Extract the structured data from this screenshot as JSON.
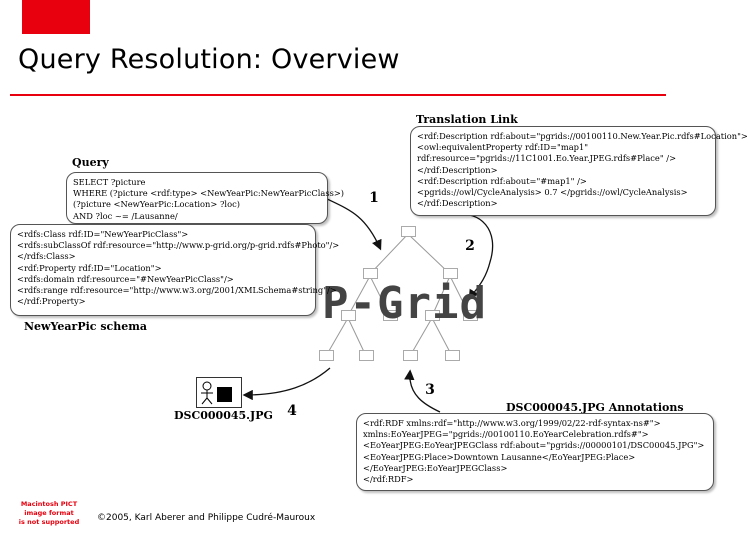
{
  "slide": {
    "title": "Query Resolution: Overview",
    "accent_color": "#e8000e",
    "footer": "©2005, Karl Aberer and Philippe Cudré-Mauroux",
    "badge_lines": [
      "Macintosh PICT",
      "image format",
      "is not supported"
    ]
  },
  "diagram": {
    "translation_link_label": "Translation Link",
    "translation_link_lines": [
      "<rdf:Description rdf:about=\"pgrids://00100110.New.Year.Pic.rdfs#Location\">",
      "  <owl:equivalentProperty rdf:ID=\"map1\"",
      "   rdf:resource=\"pgrids://11C1001.Eo.Year.JPEG.rdfs#Place\" />",
      "</rdf:Description>",
      "<rdf:Description rdf:about=\"#map1\" />",
      "  <pgrids://owl/CycleAnalysis> 0.7 </pgrids://owl/CycleAnalysis>",
      "</rdf:Description>"
    ],
    "query_label": "Query",
    "query_lines": [
      "SELECT ?picture",
      "WHERE (?picture  <rdf:type>  <NewYearPic:NewYearPicClass>)",
      "          (?picture  <NewYearPic:Location>  ?loc)",
      "AND   ?loc ~= /Lausanne/"
    ],
    "schema_label": "NewYearPic schema",
    "schema_lines": [
      "<rdfs:Class rdf:ID=\"NewYearPicClass\">",
      "  <rdfs:subClassOf rdf:resource=\"http://www.p-grid.org/p-grid.rdfs#Photo\"/>",
      "</rdfs:Class>",
      "<rdf:Property rdf:ID=\"Location\">",
      "  <rdfs:domain rdf:resource=\"#NewYearPicClass\"/>",
      "  <rdfs:range rdf:resource=\"http://www.w3.org/2001/XMLSchema#string\"/>",
      "</rdf:Property>"
    ],
    "annotations_label": "DSC000045.JPG Annotations",
    "annotations_lines": [
      "<rdf:RDF xmlns:rdf=\"http://www.w3.org/1999/02/22-rdf-syntax-ns#\">",
      "     xmlns:EoYearJPEG=\"pgrids://00100110.EoYearCelebration.rdfs#\">",
      "  <EoYearJPEG:EoYearJPEGClass rdf:about=\"pgrids://00000101/DSC00045.JPG\">",
      "    <EoYearJPEG:Place>Downtown Lausanne</EoYearJPEG:Place>",
      "  </EoYearJPEG:EoYearJPEGClass>",
      "</rdf:RDF>"
    ],
    "file_label": "DSC000045.JPG",
    "pgrid_label": "P-Grid",
    "step_numbers": [
      "1",
      "2",
      "3",
      "4"
    ]
  }
}
